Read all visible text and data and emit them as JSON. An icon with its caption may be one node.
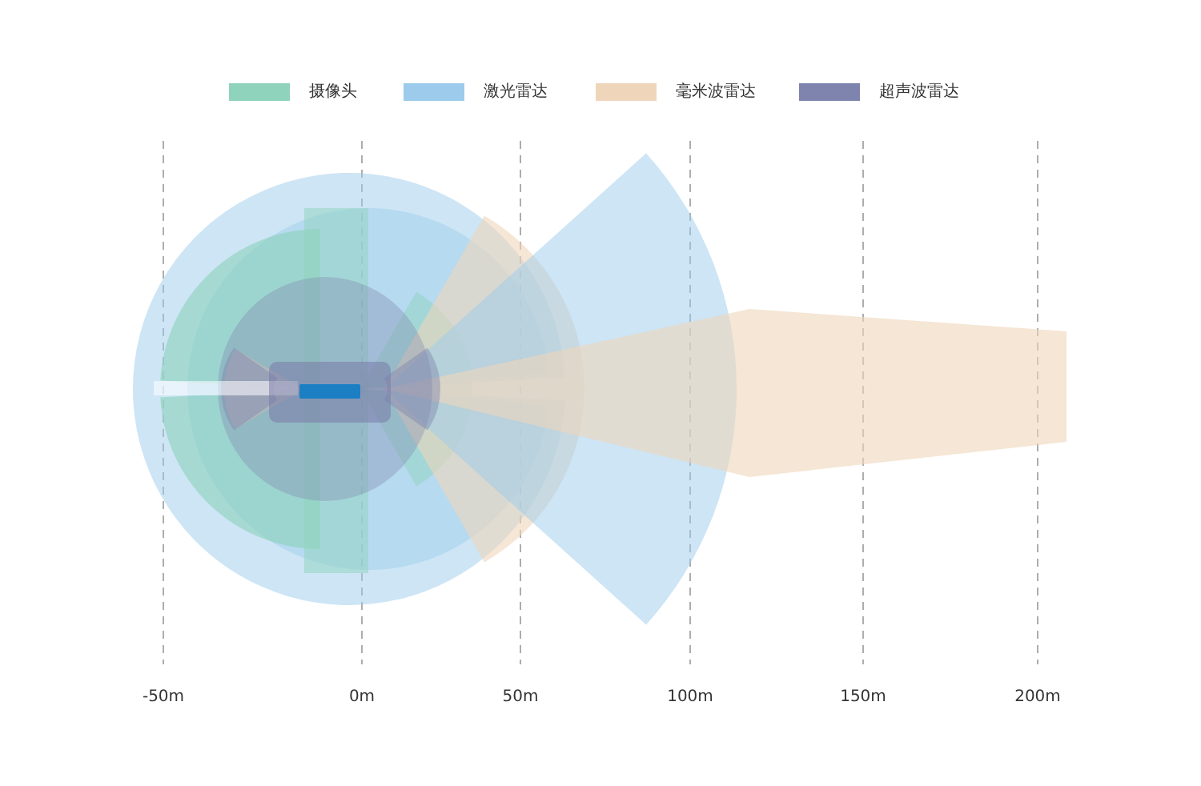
{
  "diagram": {
    "labels": [
      "-50m",
      "0m",
      "50m",
      "100m",
      "150m",
      "200m"
    ],
    "legend": [
      {
        "text": "摄像头",
        "color": "#8fd3bd"
      },
      {
        "text": "激光雷达",
        "color": "#9ccbeb"
      },
      {
        "text": "毫米波雷达",
        "color": "#efd6bb"
      },
      {
        "text": "超声波雷达",
        "color": "#7e84ad"
      }
    ]
  }
}
